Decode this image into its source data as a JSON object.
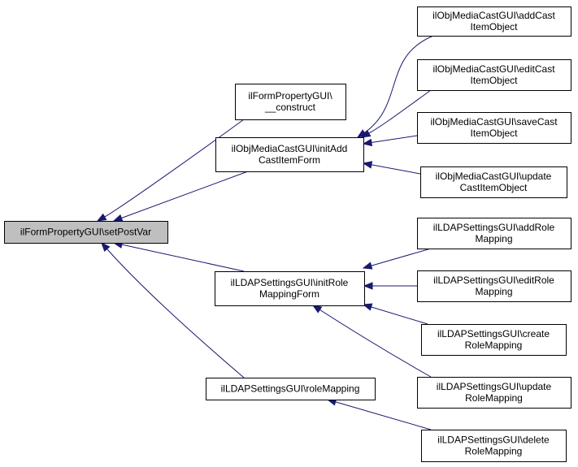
{
  "diagram": {
    "colors": {
      "edge": "#191970",
      "root_fill": "#bfbfbf",
      "node_fill": "#ffffff",
      "border": "#000000"
    },
    "nodes": [
      {
        "id": "root",
        "lines": [
          "ilFormPropertyGUI\\setPostVar"
        ],
        "highlight": true
      },
      {
        "id": "construct",
        "lines": [
          "ilFormPropertyGUI\\",
          "__construct"
        ]
      },
      {
        "id": "initAdd",
        "lines": [
          "ilObjMediaCastGUI\\initAdd",
          "CastItemForm"
        ]
      },
      {
        "id": "initRole",
        "lines": [
          "ilLDAPSettingsGUI\\initRole",
          "MappingForm"
        ]
      },
      {
        "id": "roleMapping",
        "lines": [
          "ilLDAPSettingsGUI\\roleMapping"
        ]
      },
      {
        "id": "addCast",
        "lines": [
          "ilObjMediaCastGUI\\addCast",
          "ItemObject"
        ]
      },
      {
        "id": "editCast",
        "lines": [
          "ilObjMediaCastGUI\\editCast",
          "ItemObject"
        ]
      },
      {
        "id": "saveCast",
        "lines": [
          "ilObjMediaCastGUI\\saveCast",
          "ItemObject"
        ]
      },
      {
        "id": "updateCast",
        "lines": [
          "ilObjMediaCastGUI\\update",
          "CastItemObject"
        ]
      },
      {
        "id": "addRole",
        "lines": [
          "ilLDAPSettingsGUI\\addRole",
          "Mapping"
        ]
      },
      {
        "id": "editRole",
        "lines": [
          "ilLDAPSettingsGUI\\editRole",
          "Mapping"
        ]
      },
      {
        "id": "createRole",
        "lines": [
          "ilLDAPSettingsGUI\\create",
          "RoleMapping"
        ]
      },
      {
        "id": "updateRole",
        "lines": [
          "ilLDAPSettingsGUI\\update",
          "RoleMapping"
        ]
      },
      {
        "id": "deleteRole",
        "lines": [
          "ilLDAPSettingsGUI\\delete",
          "RoleMapping"
        ]
      }
    ],
    "edges": [
      {
        "from": "construct",
        "to": "root"
      },
      {
        "from": "initAdd",
        "to": "root"
      },
      {
        "from": "initRole",
        "to": "root"
      },
      {
        "from": "roleMapping",
        "to": "root"
      },
      {
        "from": "addCast",
        "to": "initAdd"
      },
      {
        "from": "editCast",
        "to": "initAdd"
      },
      {
        "from": "saveCast",
        "to": "initAdd"
      },
      {
        "from": "updateCast",
        "to": "initAdd"
      },
      {
        "from": "addRole",
        "to": "initRole"
      },
      {
        "from": "editRole",
        "to": "initRole"
      },
      {
        "from": "createRole",
        "to": "initRole"
      },
      {
        "from": "updateRole",
        "to": "initRole"
      },
      {
        "from": "deleteRole",
        "to": "roleMapping"
      }
    ]
  }
}
